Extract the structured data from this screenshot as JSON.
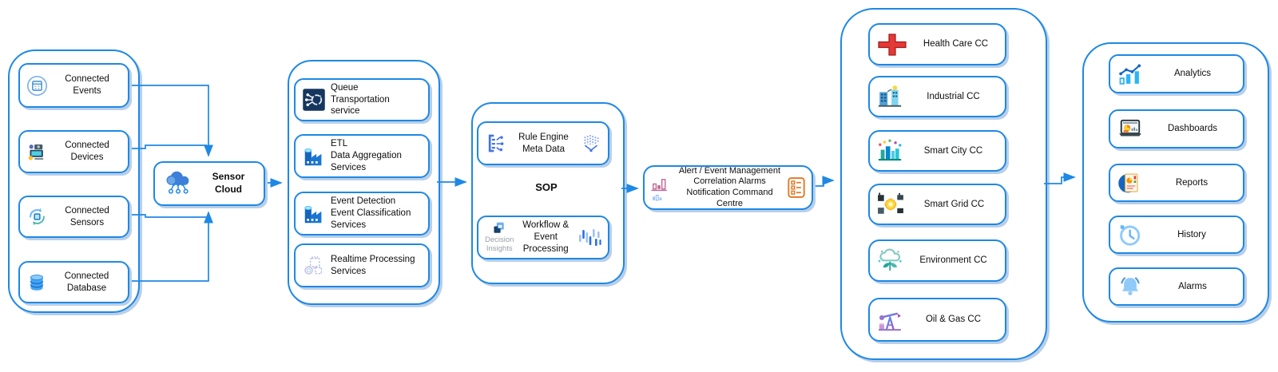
{
  "diagram": {
    "colors": {
      "line": "#1E88E5",
      "text": "#0d0d0d",
      "muted_text": "#9aa0a6",
      "shadow": "#b9cfe8"
    },
    "sources": {
      "items": [
        {
          "label": "Connected\nEvents",
          "icon": "calendar-icon"
        },
        {
          "label": "Connected\nDevices",
          "icon": "devices-icon"
        },
        {
          "label": "Connected\nSensors",
          "icon": "sensor-sync-icon"
        },
        {
          "label": "Connected\nDatabase",
          "icon": "database-icon"
        }
      ]
    },
    "sensor_cloud": {
      "label": "Sensor\nCloud",
      "icon": "cloud-network-icon"
    },
    "services": {
      "items": [
        {
          "label": "Queue\nTransportation\nservice",
          "icon": "queue-network-icon"
        },
        {
          "label": "ETL\nData Aggregation\nServices",
          "icon": "factory-icon"
        },
        {
          "label": "Event Detection\nEvent Classification\nServices",
          "icon": "factory-icon"
        },
        {
          "label": "Realtime Processing\nServices",
          "icon": "realtime-processing-icon"
        }
      ]
    },
    "sop": {
      "title": "SOP",
      "rule_engine": {
        "label": "Rule Engine\nMeta Data",
        "icon_left": "rule-engine-icon",
        "icon_right": "data-funnel-icon"
      },
      "workflow": {
        "label": "Workflow &\nEvent Processing",
        "sub_label": "Decision\nInsights",
        "icon_left": "decision-cube-icon",
        "icon_right": "equalizer-icon"
      }
    },
    "alert": {
      "label": "Alert / Event Management\nCorrelation Alarms\nNotification Command Centre",
      "icon_left": "bar-charts-icon",
      "icon_right": "checklist-icon"
    },
    "command_centres": {
      "items": [
        {
          "label": "Health Care CC",
          "icon": "health-cross-icon"
        },
        {
          "label": "Industrial CC",
          "icon": "industrial-icon"
        },
        {
          "label": "Smart City CC",
          "icon": "smart-city-icon"
        },
        {
          "label": "Smart Grid CC",
          "icon": "smart-grid-icon"
        },
        {
          "label": "Environment CC",
          "icon": "environment-icon"
        },
        {
          "label": "Oil & Gas CC",
          "icon": "oil-gas-icon"
        }
      ]
    },
    "outputs": {
      "items": [
        {
          "label": "Analytics",
          "icon": "analytics-icon"
        },
        {
          "label": "Dashboards",
          "icon": "dashboard-icon"
        },
        {
          "label": "Reports",
          "icon": "reports-icon"
        },
        {
          "label": "History",
          "icon": "history-clock-icon"
        },
        {
          "label": "Alarms",
          "icon": "alarm-bell-icon"
        }
      ]
    }
  }
}
